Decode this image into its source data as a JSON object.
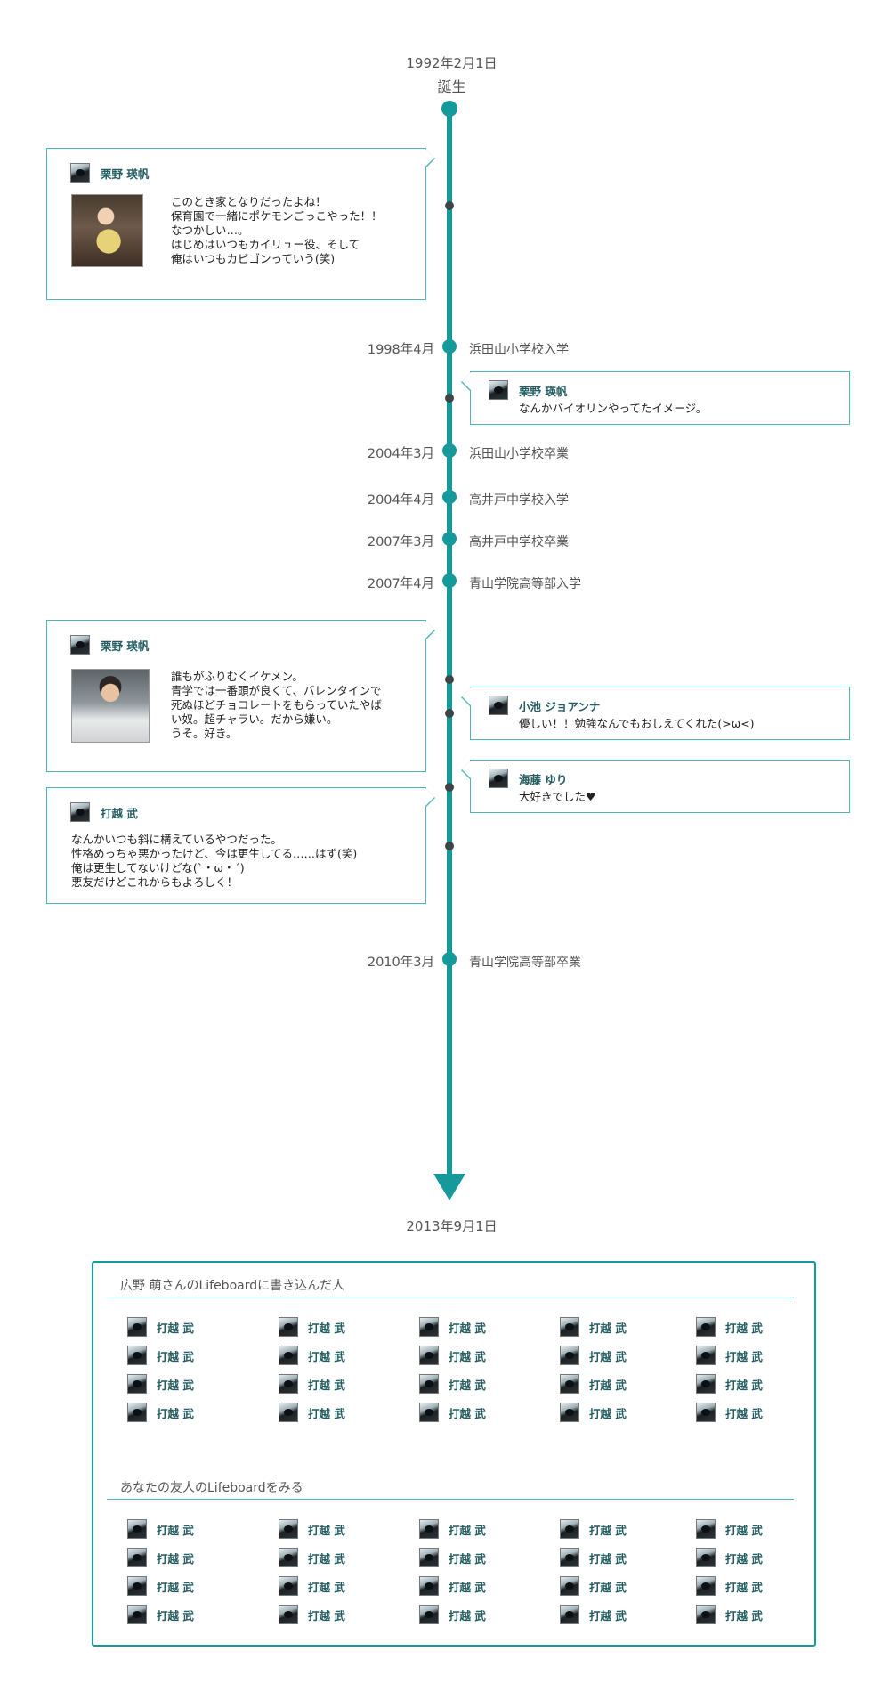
{
  "timeline": {
    "start": {
      "date": "1992年2月1日",
      "label": "誕生"
    },
    "end": {
      "date": "2013年9月1日"
    },
    "events": [
      {
        "date": "1998年4月",
        "text": "浜田山小学校入学"
      },
      {
        "date": "2004年3月",
        "text": "浜田山小学校卒業"
      },
      {
        "date": "2004年4月",
        "text": "高井戸中学校入学"
      },
      {
        "date": "2007年3月",
        "text": "高井戸中学校卒業"
      },
      {
        "date": "2007年4月",
        "text": "青山学院高等部入学"
      },
      {
        "date": "2010年3月",
        "text": "青山学院高等部卒業"
      }
    ]
  },
  "comments": [
    {
      "author": "栗野 瑛帆",
      "text": "このとき家となりだったよね！\n保育園で一緒にポケモンごっこやった！！\nなつかしい…。\nはじめはいつもカイリュー役、そして\n俺はいつもカビゴンっていう(笑)",
      "photo": "child-photo"
    },
    {
      "author": "栗野 瑛帆",
      "text": "なんかバイオリンやってたイメージ。"
    },
    {
      "author": "栗野 瑛帆",
      "text": "誰もがふりむくイケメン。\n青学では一番頭が良くて、バレンタインで\n死ぬほどチョコレートをもらっていたやば\nい奴。超チャラい。だから嫌い。\nうそ。好き。",
      "photo": "boy-photo"
    },
    {
      "author": "小池 ジョアンナ",
      "text": "優しい！！勉強なんでもおしえてくれた(>ω<)"
    },
    {
      "author": "海藤 ゆり",
      "text": "大好きでした♥"
    },
    {
      "author": "打越 武",
      "text": "なんかいつも斜に構えているやつだった。\n性格めっちゃ悪かったけど、今は更生してる……はず(笑)\n俺は更生してないけどな(`・ω・´)\n悪友だけどこれからもよろしく！"
    }
  ],
  "panel": {
    "writers": {
      "title": "広野 萌さんのLifeboardに書き込んだ人",
      "people": [
        "打越 武",
        "打越 武",
        "打越 武",
        "打越 武",
        "打越 武",
        "打越 武",
        "打越 武",
        "打越 武",
        "打越 武",
        "打越 武",
        "打越 武",
        "打越 武",
        "打越 武",
        "打越 武",
        "打越 武",
        "打越 武",
        "打越 武",
        "打越 武",
        "打越 武",
        "打越 武"
      ]
    },
    "friends": {
      "title": "あなたの友人のLifeboardをみる",
      "people": [
        "打越 武",
        "打越 武",
        "打越 武",
        "打越 武",
        "打越 武",
        "打越 武",
        "打越 武",
        "打越 武",
        "打越 武",
        "打越 武",
        "打越 武",
        "打越 武",
        "打越 武",
        "打越 武",
        "打越 武",
        "打越 武",
        "打越 武",
        "打越 武",
        "打越 武",
        "打越 武"
      ]
    }
  },
  "colors": {
    "accent": "#16999a",
    "card_border": "#4fb7ba",
    "comment_dot": "#3d4547",
    "name": "#235d61"
  }
}
